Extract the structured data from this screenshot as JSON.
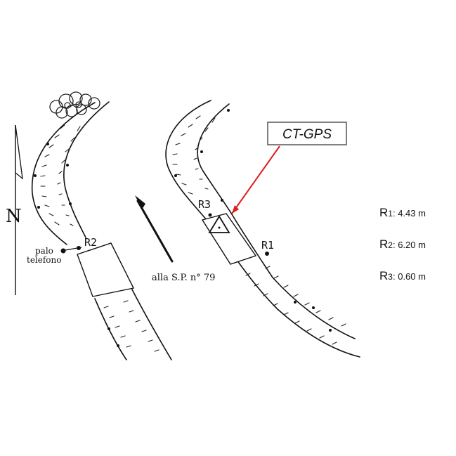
{
  "north_arrow": {
    "label": "N"
  },
  "target_box": {
    "label": "CT-GPS",
    "border_color": "#555555",
    "leader_color": "#e01c1c"
  },
  "references": {
    "r1": {
      "label": "R1"
    },
    "r2": {
      "label": "R2"
    },
    "r3": {
      "label": "R3"
    }
  },
  "labels": {
    "palo_line1": "palo",
    "palo_line2": "telefono",
    "direction": "alla S.P. n° 79"
  },
  "legend": [
    {
      "letter": "R",
      "sub": "1",
      "value": ": 4.43 m"
    },
    {
      "letter": "R",
      "sub": "2",
      "value": ": 6.20 m"
    },
    {
      "letter": "R",
      "sub": "3",
      "value": ": 0.60 m"
    }
  ]
}
